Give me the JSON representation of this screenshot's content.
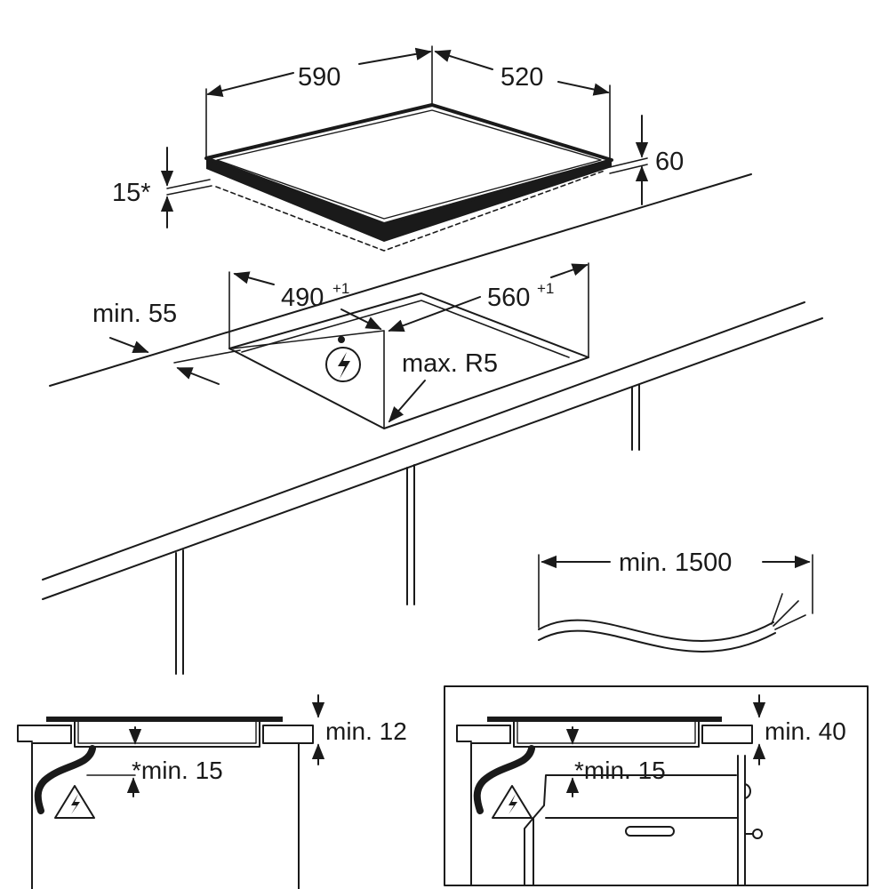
{
  "labels": {
    "width_590": "590",
    "depth_520": "520",
    "height_60": "60",
    "edge_15": "15*",
    "cutout_490": "490",
    "cutout_490_tol": "+1",
    "cutout_560": "560",
    "cutout_560_tol": "+1",
    "min_55": "min. 55",
    "max_r5": "max. R5",
    "min_1500": "min. 1500",
    "left_min_12": "min. 12",
    "left_min_15": "*min. 15",
    "right_min_40": "min. 40",
    "right_min_15": "*min. 15"
  },
  "icons": {
    "electric": "high-voltage-warning-icon",
    "cable": "power-cable-icon"
  },
  "colors": {
    "line": "#1a1a1a",
    "background": "#ffffff"
  }
}
